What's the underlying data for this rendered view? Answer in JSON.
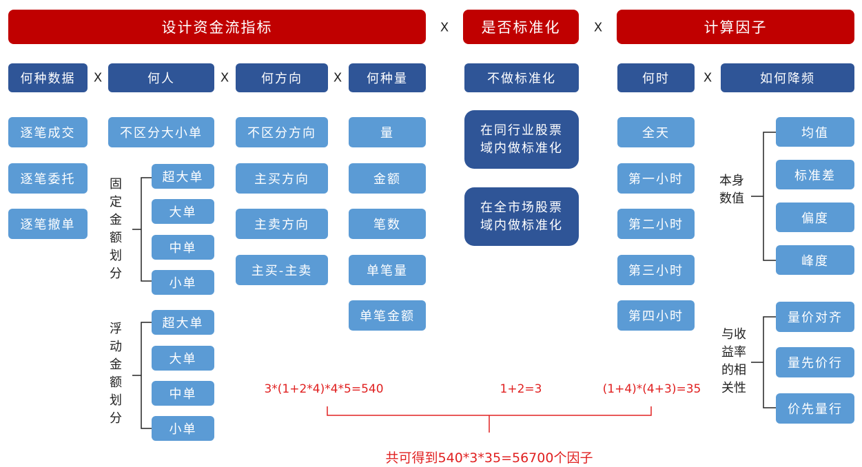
{
  "headers": [
    "设计资金流指标",
    "是否标准化",
    "计算因子"
  ],
  "multiply": "X",
  "sub_headers": [
    "何种数据",
    "何人",
    "何方向",
    "何种量",
    "不做标准化",
    "何时",
    "如何降频"
  ],
  "data_types": [
    "逐笔成交",
    "逐笔委托",
    "逐笔撤单"
  ],
  "who": {
    "all": "不区分大小单",
    "fixed_label": "固定金额划分",
    "fixed": [
      "超大单",
      "大单",
      "中单",
      "小单"
    ],
    "float_label": "浮动金额划分",
    "float": [
      "超大单",
      "大单",
      "中单",
      "小单"
    ]
  },
  "direction": [
    "不区分方向",
    "主买方向",
    "主卖方向",
    "主买-主卖"
  ],
  "volume": [
    "量",
    "金额",
    "笔数",
    "单笔量",
    "单笔金额"
  ],
  "standardize": [
    "在同行业股票域内做标准化",
    "在全市场股票域内做标准化"
  ],
  "when": [
    "全天",
    "第一小时",
    "第二小时",
    "第三小时",
    "第四小时"
  ],
  "reduce": {
    "self_label": "本身数值",
    "self": [
      "均值",
      "标准差",
      "偏度",
      "峰度"
    ],
    "corr_label": "与收益率的相关性",
    "corr": [
      "量价对齐",
      "量先价行",
      "价先量行"
    ]
  },
  "formulas": [
    "3*(1+2*4)*4*5=540",
    "1+2=3",
    "(1+4)*(4+3)=35"
  ],
  "total": "共可得到540*3*35=56700个因子"
}
